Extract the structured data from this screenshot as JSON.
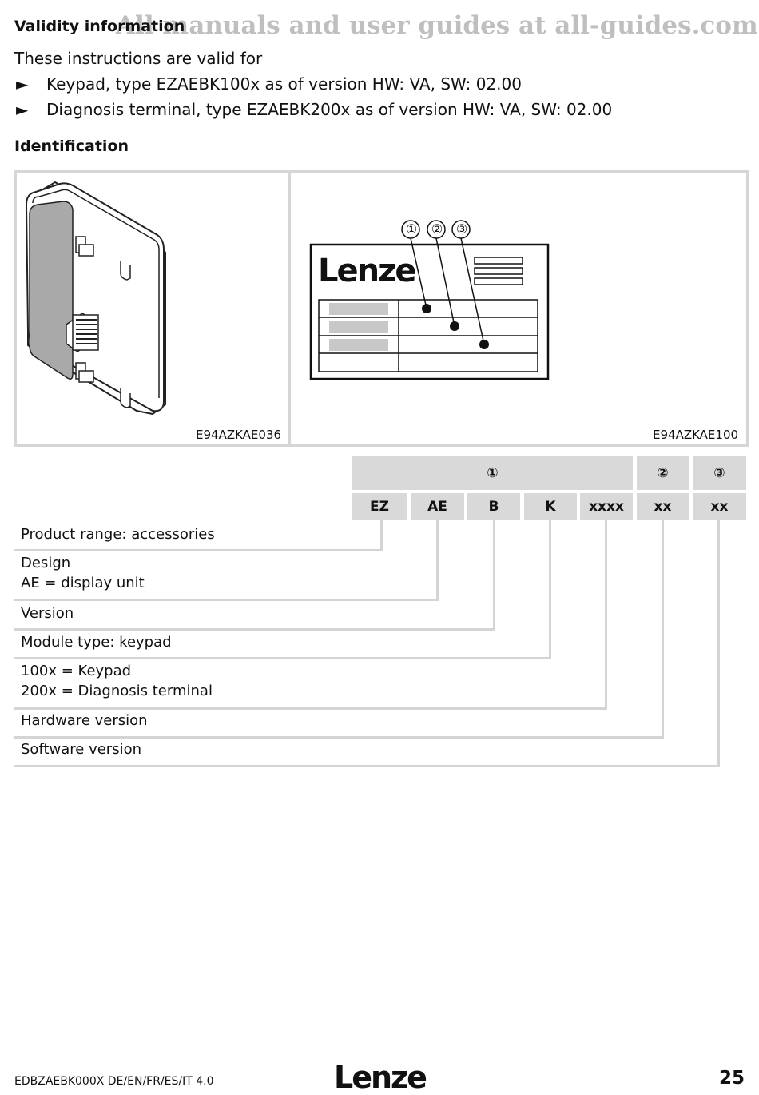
{
  "watermark": "All manuals and user guides at all-guides.com",
  "validity": {
    "title": "Validity information",
    "intro": "These instructions are valid for",
    "items": [
      "Keypad, type EZAEBK100x as of version HW: VA, SW: 02.00",
      "Diagnosis terminal, type EZAEBK200x as of version HW: VA, SW: 02.00"
    ],
    "bullet": "►"
  },
  "identification": {
    "title": "Identification",
    "figure_left_caption": "E94AZKAE036",
    "figure_right_caption": "E94AZKAE100",
    "nameplate_logo": "Lenze",
    "callouts": [
      "①",
      "②",
      "③"
    ]
  },
  "code_table": {
    "group_headers": [
      "①",
      "②",
      "③"
    ],
    "code_parts": [
      "EZ",
      "AE",
      "B",
      "K",
      "xxxx",
      "xx",
      "xx"
    ],
    "descriptions": [
      {
        "line1": "Product range: accessories",
        "line2": ""
      },
      {
        "line1": "Design",
        "line2": "AE = display unit"
      },
      {
        "line1": "Version",
        "line2": ""
      },
      {
        "line1": "Module type: keypad",
        "line2": ""
      },
      {
        "line1": "100x = Keypad",
        "line2": "200x = Diagnosis terminal"
      },
      {
        "line1": "Hardware version",
        "line2": ""
      },
      {
        "line1": "Software version",
        "line2": ""
      }
    ]
  },
  "footer": {
    "doc_id": "EDBZAEBK000X  DE/EN/FR/ES/IT  4.0",
    "logo": "Lenze",
    "page": "25"
  },
  "colors": {
    "border_grey": "#d4d4d4",
    "header_grey": "#d9d9d9",
    "text": "#111111"
  }
}
